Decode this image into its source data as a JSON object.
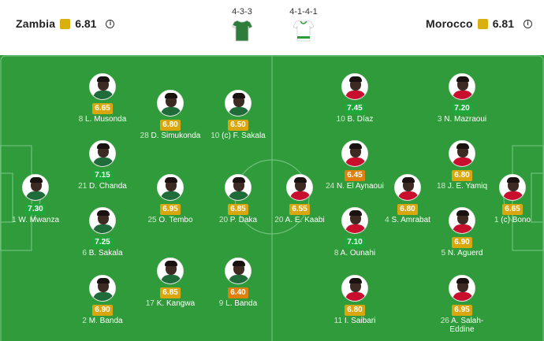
{
  "header": {
    "home": {
      "name": "Zambia",
      "rating": "6.81",
      "info_icon": "i"
    },
    "away": {
      "name": "Morocco",
      "rating": "6.81",
      "info_icon": "i"
    },
    "home_formation": "4-3-3",
    "away_formation": "4-1-4-1",
    "colors": {
      "rating_square": "#d9b00f",
      "home_shirt": "#2f7d3c",
      "away_shirt": "#ffffff"
    }
  },
  "pitch": {
    "color": "#2f9b3a",
    "line_color": "#6fc07a"
  },
  "rating_colors": {
    "green": "#1ea83a",
    "yellow": "#d9a70d",
    "orange": "#e0800c"
  },
  "players": {
    "home": [
      {
        "rating": "7.30",
        "level": "green",
        "number": "1",
        "name": "W. Mwanza"
      },
      {
        "rating": "6.65",
        "level": "yellow",
        "number": "8",
        "name": "L. Musonda"
      },
      {
        "rating": "7.15",
        "level": "green",
        "number": "21",
        "name": "D. Chanda"
      },
      {
        "rating": "7.25",
        "level": "green",
        "number": "6",
        "name": "B. Sakala"
      },
      {
        "rating": "6.90",
        "level": "yellow",
        "number": "2",
        "name": "M. Banda"
      },
      {
        "rating": "6.80",
        "level": "yellow",
        "number": "28",
        "name": "D. Simukonda"
      },
      {
        "rating": "6.95",
        "level": "yellow",
        "number": "25",
        "name": "O. Tembo"
      },
      {
        "rating": "6.85",
        "level": "yellow",
        "number": "17",
        "name": "K. Kangwa"
      },
      {
        "rating": "6.50",
        "level": "yellow",
        "number": "10",
        "name": "(c) F. Sakala"
      },
      {
        "rating": "6.85",
        "level": "yellow",
        "number": "20",
        "name": "P. Daka"
      },
      {
        "rating": "6.40",
        "level": "orange",
        "number": "9",
        "name": "L. Banda"
      }
    ],
    "away": [
      {
        "rating": "7.45",
        "level": "green",
        "number": "10",
        "name": "B. Díaz"
      },
      {
        "rating": "7.20",
        "level": "green",
        "number": "3",
        "name": "N. Mazraoui"
      },
      {
        "rating": "6.45",
        "level": "orange",
        "number": "24",
        "name": "N. El Aynaoui"
      },
      {
        "rating": "6.80",
        "level": "yellow",
        "number": "18",
        "name": "J. E. Yamiq"
      },
      {
        "rating": "6.55",
        "level": "yellow",
        "number": "20",
        "name": "A. E. Kaabi"
      },
      {
        "rating": "6.80",
        "level": "yellow",
        "number": "4",
        "name": "S. Amrabat"
      },
      {
        "rating": "6.65",
        "level": "yellow",
        "number": "1",
        "name": "(c) Bono"
      },
      {
        "rating": "7.10",
        "level": "green",
        "number": "8",
        "name": "A. Ounahi"
      },
      {
        "rating": "6.90",
        "level": "yellow",
        "number": "5",
        "name": "N. Aguerd"
      },
      {
        "rating": "6.80",
        "level": "yellow",
        "number": "11",
        "name": "I. Saibari"
      },
      {
        "rating": "6.95",
        "level": "yellow",
        "number": "26",
        "name": "A. Salah-Eddine"
      }
    ]
  }
}
